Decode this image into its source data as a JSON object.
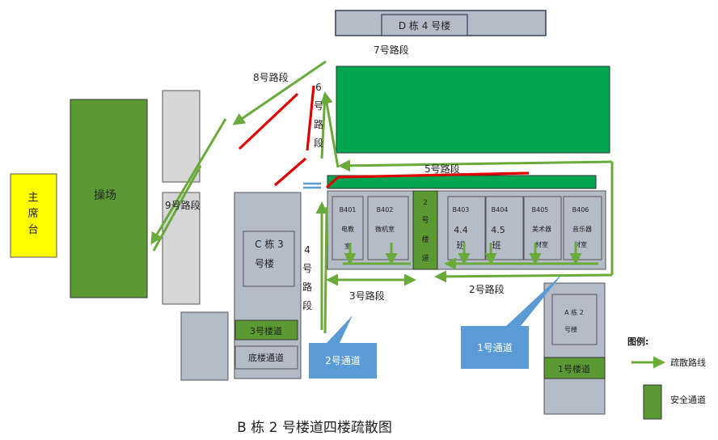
{
  "title": "B 栋 2 号楼道四楼疏散图",
  "buildings": {
    "d_building": "D 栋 4 号楼",
    "c_building_a": "C 栋 3",
    "c_building_b": "号楼",
    "a_building_a": "A 栋 2",
    "a_building_b": "号楼"
  },
  "podium": "主席台",
  "playground": "操场",
  "rooms": [
    {
      "code": "B401",
      "name": "电教室"
    },
    {
      "code": "B402",
      "name": "微机室"
    },
    {
      "code": "B403",
      "name": "4.4 班"
    },
    {
      "code": "B404",
      "name": "4.5 班"
    },
    {
      "code": "B405",
      "name": "美术器材室"
    },
    {
      "code": "B406",
      "name": "音乐器材室"
    }
  ],
  "stairwells": {
    "stair2": "2 号楼道",
    "stair3": "3号楼道",
    "stair1": "1号楼道",
    "basement": "底楼通道"
  },
  "channels": {
    "channel1": "1号通道",
    "channel2": "2号通道"
  },
  "segments": {
    "seg2": "2号路段",
    "seg3": "3号路段",
    "seg4": "4 号 路 段",
    "seg5": "5号路段",
    "seg6": "6 号 路 段",
    "seg7": "7号路段",
    "seg8": "8号路段",
    "seg9": "9号路段"
  },
  "legend": {
    "heading": "图例:",
    "route": "疏散路线",
    "safe": "安全通道"
  },
  "colors": {
    "route_green": "#6aaa3a",
    "safe_green": "#00a651",
    "dark_green": "#5b9a32",
    "building_gray": "#b4bcc8",
    "light_gray": "#d6d6d6",
    "podium_yellow": "#ffff00",
    "channel_blue": "#5b9bd5",
    "block_red": "#e00000"
  }
}
